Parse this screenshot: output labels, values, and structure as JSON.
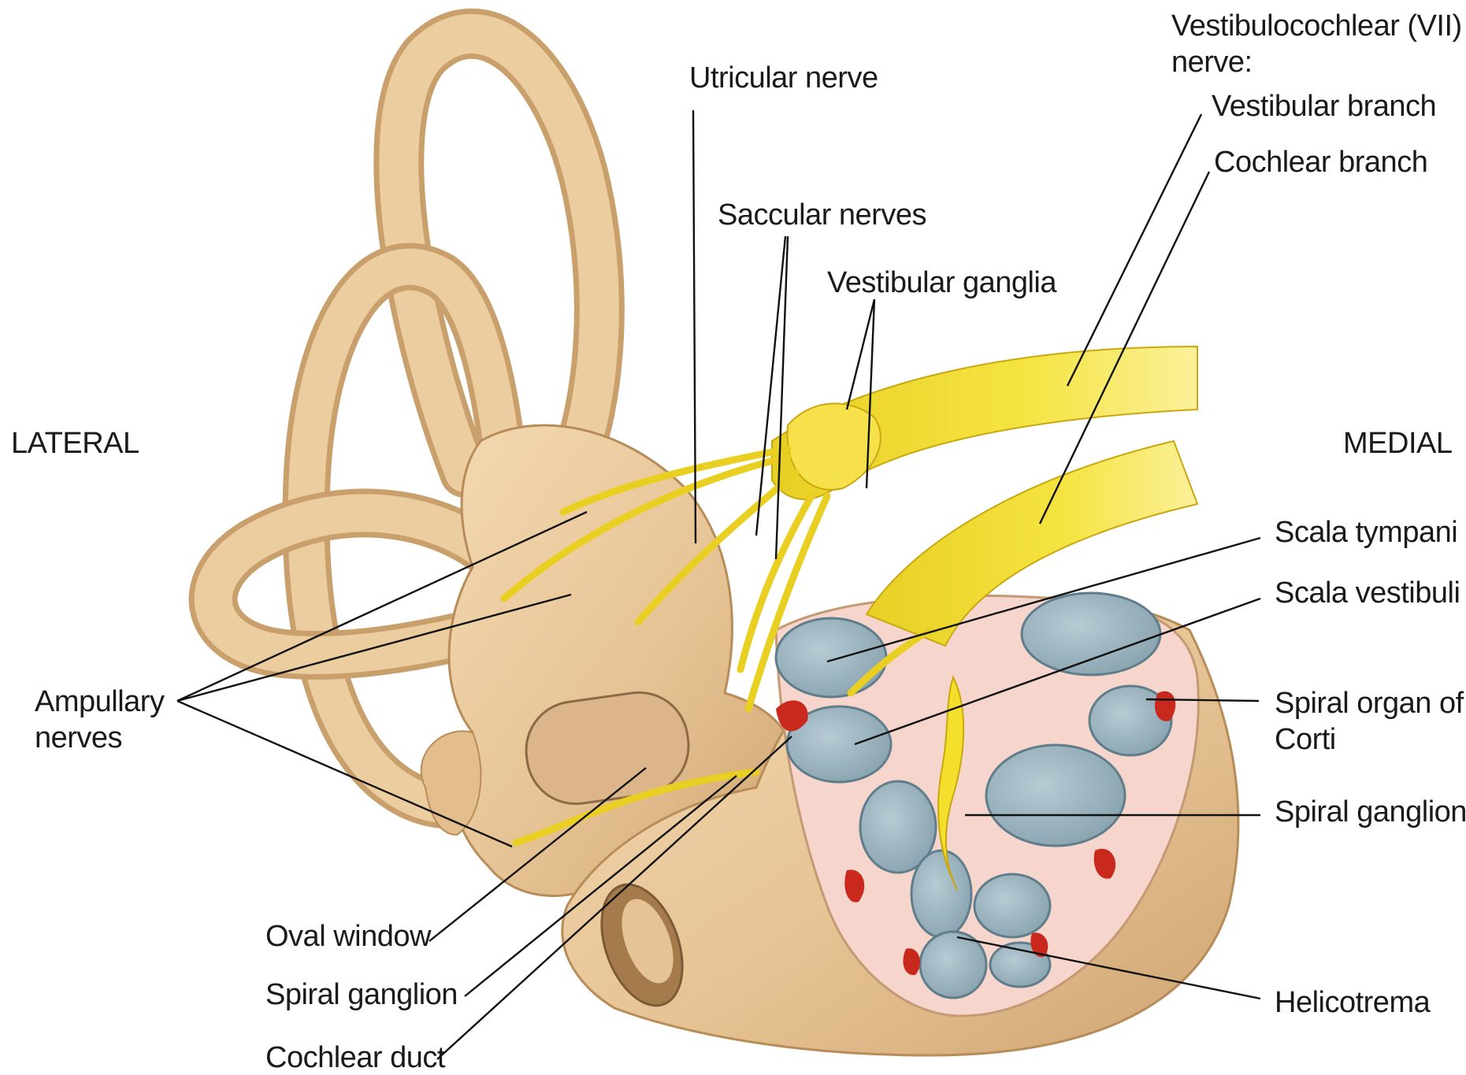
{
  "orientation": {
    "left": "LATERAL",
    "right": "MEDIAL"
  },
  "labels": {
    "nerve_heading_line1": "Vestibulocochlear (VII)",
    "nerve_heading_line2": "nerve:",
    "vestibular_branch": "Vestibular branch",
    "cochlear_branch": "Cochlear branch",
    "utricular_nerve": "Utricular nerve",
    "saccular_nerves": "Saccular nerves",
    "vestibular_ganglia": "Vestibular ganglia",
    "ampullary_line1": "Ampullary",
    "ampullary_line2": "nerves",
    "scala_tympani": "Scala tympani",
    "scala_vestibuli": "Scala vestibuli",
    "organ_corti_line1": "Spiral organ of",
    "organ_corti_line2": "Corti",
    "spiral_ganglion_right": "Spiral ganglion",
    "helicotrema": "Helicotrema",
    "oval_window": "Oval window",
    "spiral_ganglion_left": "Spiral ganglion",
    "cochlear_duct": "Cochlear duct"
  },
  "colors": {
    "bone": "#e8c79a",
    "bone_dark": "#c79a63",
    "bone_light": "#f4dcb6",
    "nerve": "#f0dc2a",
    "nerve_dark": "#c9a80f",
    "scala": "#9fb6c1",
    "scala_edge": "#6c8793",
    "modiolus": "#f5d5cc",
    "organ": "#c8281e"
  }
}
